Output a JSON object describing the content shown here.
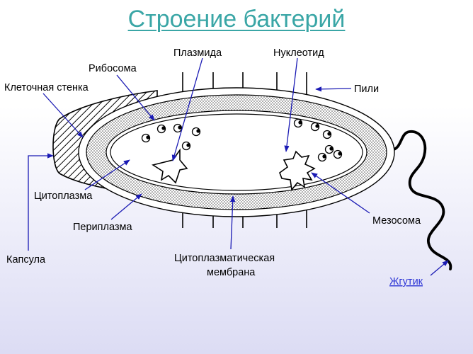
{
  "title": "Строение бактерий",
  "labels": {
    "plasmid": "Плазмида",
    "nucleotide": "Нуклеотид",
    "ribosome": "Рибосома",
    "cell_wall": "Клеточная стенка",
    "pili": "Пили",
    "cytoplasm": "Цитоплазма",
    "periplasm": "Периплазма",
    "mesosome": "Мезосома",
    "capsule": "Капсула",
    "membrane_line1": "Цитоплазматическая",
    "membrane_line2": "мембрана",
    "flagellum": "Жгутик"
  }
}
